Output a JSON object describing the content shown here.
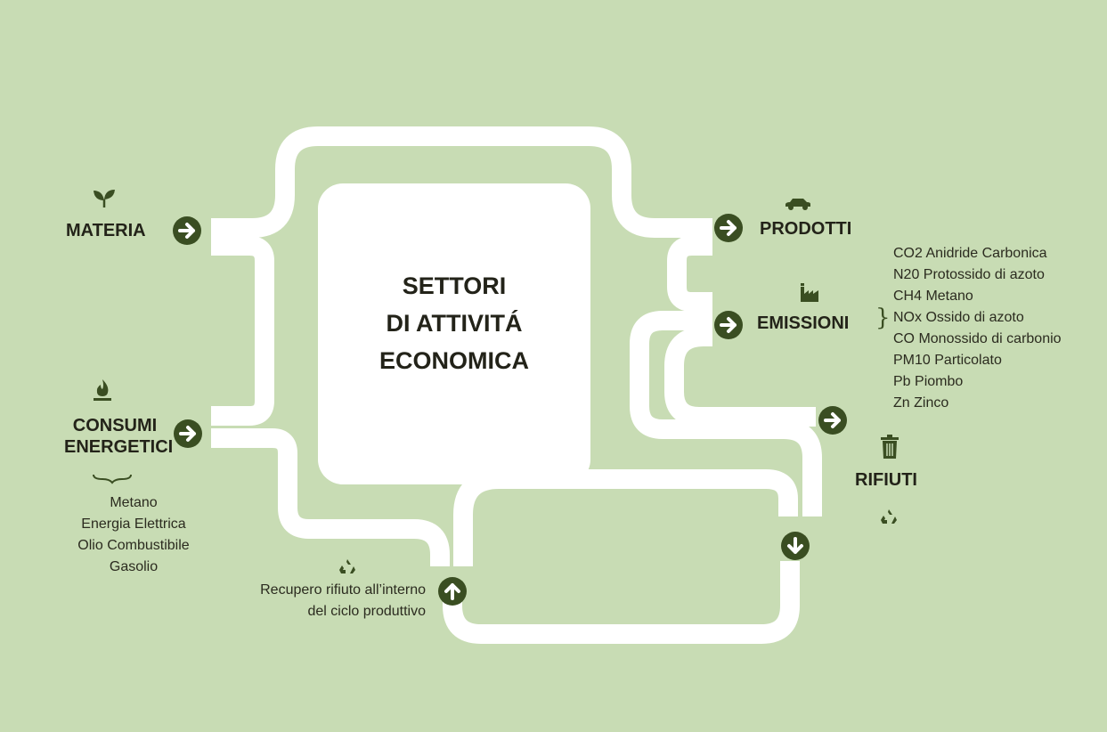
{
  "hub": {
    "lines": [
      "SETTORI",
      "DI ATTIVITÁ",
      "ECONOMICA"
    ]
  },
  "inputs": {
    "materia": {
      "label": "MATERIA",
      "icon": "leaf-icon"
    },
    "consumi": {
      "label_lines": [
        "CONSUMI",
        "ENERGETICI"
      ],
      "icon": "flame-icon",
      "items": [
        "Metano",
        "Energia Elettrica",
        "Olio Combustibile",
        "Gasolio"
      ]
    }
  },
  "outputs": {
    "prodotti": {
      "label": "PRODOTTI",
      "icon": "car-icon"
    },
    "emissioni": {
      "label": "EMISSIONI",
      "icon": "factory-icon",
      "items": [
        "CO2 Anidride Carbonica",
        "N20 Protossido di azoto",
        "CH4 Metano",
        "NOx Ossido di azoto",
        "CO Monossido di carbonio",
        "PM10 Particolato",
        "Pb Piombo",
        "Zn Zinco"
      ]
    },
    "rifiuti": {
      "label": "RIFIUTI",
      "icon": "trash-icon",
      "recycle_icon": "recycle-icon"
    }
  },
  "recovery": {
    "lines": [
      "Recupero rifiuto all’interno",
      "del ciclo produttivo"
    ],
    "icon": "recycle-icon"
  },
  "colors": {
    "background": "#c8dcb4",
    "pipe": "#ffffff",
    "accent": "#3a4e22",
    "text": "#232319"
  }
}
